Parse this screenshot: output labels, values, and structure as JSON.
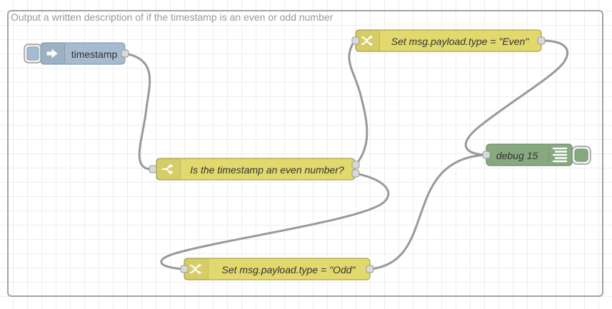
{
  "group": {
    "label": "Output a written description of if the timestamp is an even or odd number"
  },
  "nodes": {
    "inject": {
      "label": "timestamp",
      "type": "inject",
      "icon": "arrow-right-icon"
    },
    "switch": {
      "label": "Is the timestamp an even number?",
      "type": "switch",
      "icon": "branch-split-icon",
      "outputs": 2
    },
    "change_even": {
      "label": "Set msg.payload.type = \"Even\"",
      "type": "change",
      "icon": "shuffle-arrows-icon"
    },
    "change_odd": {
      "label": "Set msg.payload.type = \"Odd\"",
      "type": "change",
      "icon": "shuffle-arrows-icon"
    },
    "debug": {
      "label": "debug 15",
      "type": "debug",
      "icon": "list-lines-icon"
    }
  },
  "wires": [
    {
      "from": "inject",
      "to": "switch"
    },
    {
      "from": "switch:output1",
      "to": "change_even"
    },
    {
      "from": "switch:output2",
      "to": "change_odd"
    },
    {
      "from": "change_even",
      "to": "debug"
    },
    {
      "from": "change_odd",
      "to": "debug"
    }
  ],
  "colors": {
    "inject_node": "#a6bbcf",
    "function_node": "#e2d96e",
    "debug_node": "#87a980",
    "wire": "#999999",
    "port_fill": "#d9d9d9",
    "port_stroke": "#999999",
    "group_border": "#a3a3a3",
    "group_label": "#999999",
    "node_label": "#333333",
    "grid_line": "#eeeeee",
    "canvas_bg": "#ffffff"
  }
}
